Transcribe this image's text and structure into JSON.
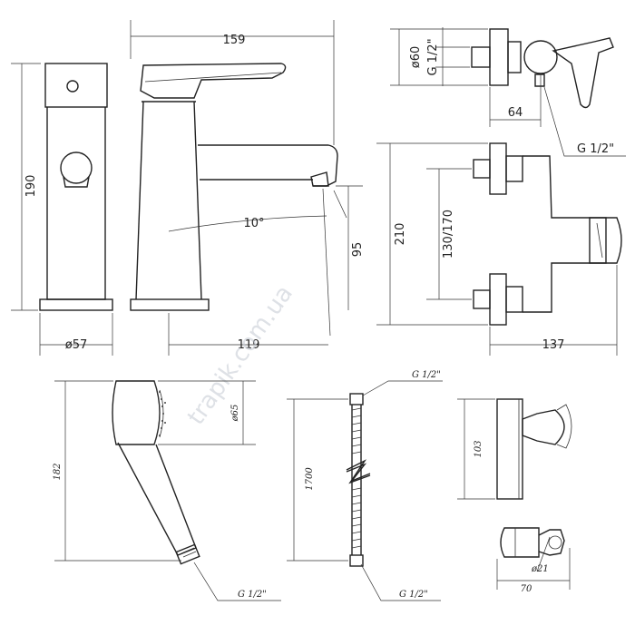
{
  "watermark": "trapik.com.ua",
  "dims": {
    "d159": "159",
    "d190": "190",
    "d57": "ø57",
    "d10deg": "10°",
    "d95": "95",
    "d119": "119",
    "d60": "ø60",
    "g12_a": "G 1/2\"",
    "d64": "64",
    "g12_b": "G 1/2\"",
    "d210": "210",
    "d130_170": "130/170",
    "d137": "137",
    "d65": "ø65",
    "d182": "182",
    "g12_head": "G 1/2\"",
    "d1700": "1700",
    "g12_hose_top": "G 1/2\"",
    "g12_hose_bot": "G 1/2\"",
    "d103": "103",
    "d21": "ø21",
    "d70": "70"
  }
}
